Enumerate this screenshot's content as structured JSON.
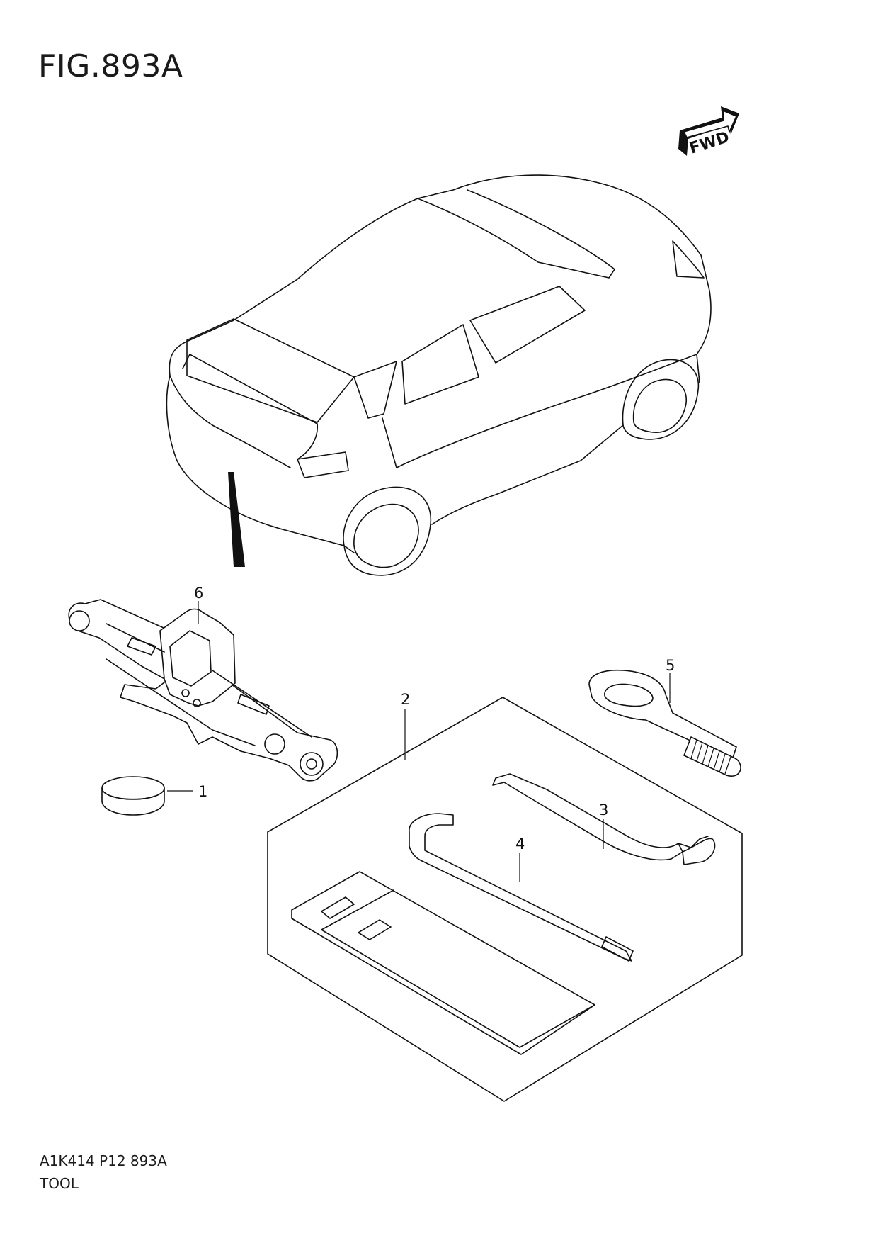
{
  "figure": {
    "title": "FIG.893A"
  },
  "fwd_indicator": {
    "label": "FWD"
  },
  "callouts": [
    "1",
    "2",
    "3",
    "4",
    "5",
    "6"
  ],
  "footer": {
    "code": "A1K414 P12 893A",
    "name": "TOOL"
  }
}
